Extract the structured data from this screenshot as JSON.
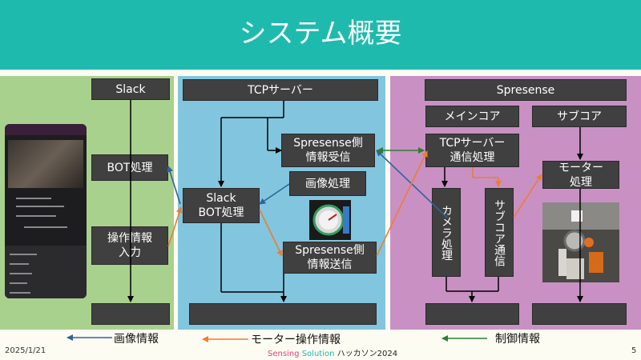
{
  "title": "システム概要",
  "slack": {
    "header": "Slack",
    "bot": "BOT処理",
    "input": "操作情報\n入力"
  },
  "tcp": {
    "header": "TCPサーバー",
    "recv": "Spresense側\n情報受信",
    "image": "画像処理",
    "bot": "Slack\nBOT処理",
    "send": "Spresense側\n情報送信"
  },
  "spresense": {
    "header": "Spresense",
    "main": "メインコア",
    "sub": "サブコア",
    "tcpcomm": "TCPサーバー\n通信処理",
    "camera": "カメラ処理",
    "subcomm": "サブコア通信",
    "motor": "モーター\n処理"
  },
  "legend": {
    "image": "画像情報",
    "motor": "モーター操作情報",
    "control": "制御情報"
  },
  "footer": {
    "date": "2025/1/21",
    "event_a": "Sensing",
    "event_b": "Solution",
    "event_c": "ハッカソン2024",
    "page": "5"
  },
  "colors": {
    "header": "#1ebaad",
    "slack_panel": "#a9d18e",
    "tcp_panel": "#82c5de",
    "spresense_panel": "#c990c4",
    "image_arrow": "#2e6597",
    "motor_arrow": "#ed7d31",
    "control_arrow": "#2f7d32"
  }
}
